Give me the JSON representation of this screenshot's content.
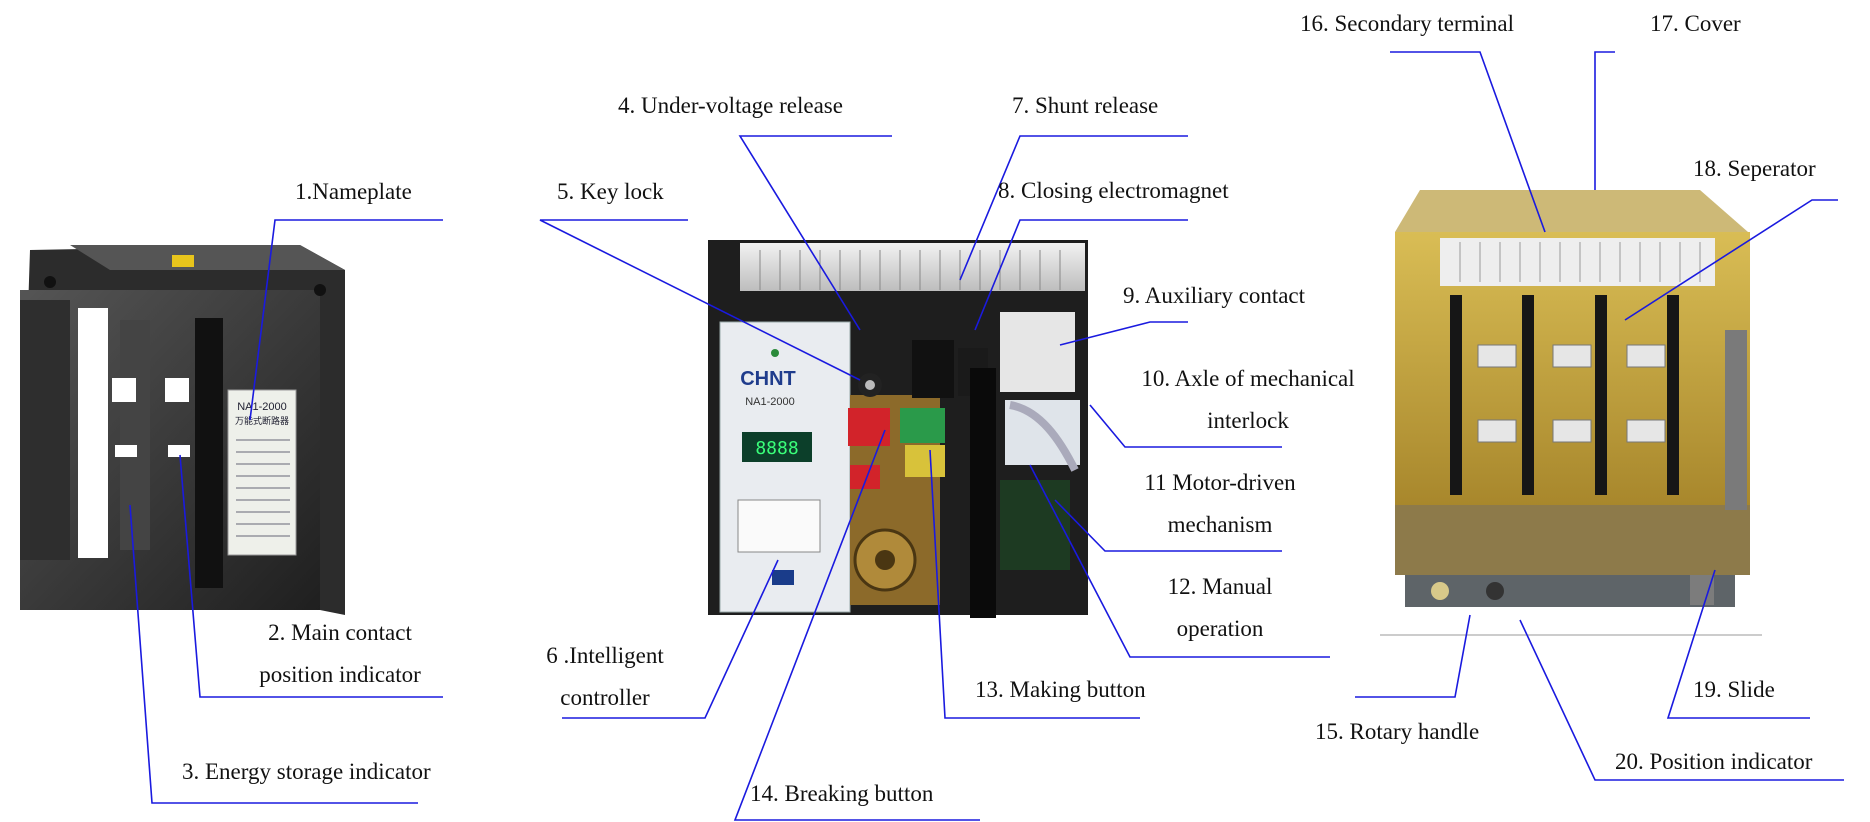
{
  "figure": {
    "nameplate_texts": [
      "NA1-2000",
      "万能式断路器"
    ],
    "controller_brand": "CHNT",
    "controller_model": "NA1-2000",
    "display_value": "8888"
  },
  "labels": {
    "l1": "1.Nameplate",
    "l2": "2. Main contact position indicator",
    "l3": "3. Energy storage indicator",
    "l4": "4. Under-voltage release",
    "l5": "5. Key lock",
    "l6": "6 .Intelligent controller",
    "l7": "7. Shunt release",
    "l8": "8. Closing electromagnet",
    "l9": "9. Auxiliary contact",
    "l10": "10. Axle of mechanical interlock",
    "l11": "11 Motor-driven mechanism",
    "l12": "12. Manual operation",
    "l13": "13. Making button",
    "l14": "14. Breaking button",
    "l15": "15. Rotary handle",
    "l16": "16. Secondary terminal",
    "l17": "17. Cover",
    "l18": "18. Seperator",
    "l19": "19. Slide",
    "l20": "20. Position indicator"
  },
  "colors": {
    "leader": "#1a1adf",
    "housing_dark": "#3a3a3a",
    "mechanism_brass": "#b08a3a",
    "insulation_yellow": "#c9a93a",
    "button_red": "#d2232a",
    "button_green": "#2a9a4a"
  }
}
